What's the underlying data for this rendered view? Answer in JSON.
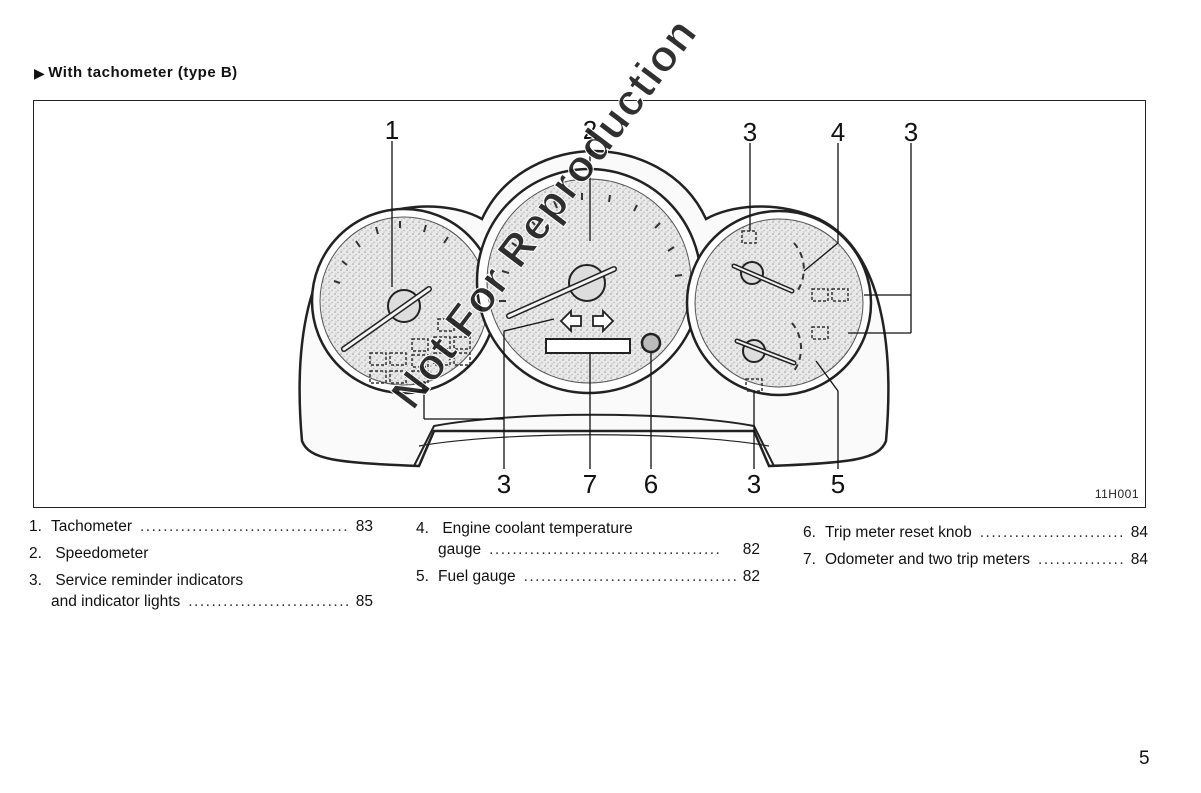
{
  "heading": {
    "marker": "▶",
    "text": "With tachometer (type B)"
  },
  "figure": {
    "code": "11H001",
    "callouts_top": [
      "1",
      "2",
      "3",
      "4",
      "3"
    ],
    "callouts_bottom": [
      "3",
      "7",
      "6",
      "3",
      "5"
    ]
  },
  "legend": {
    "col1": [
      {
        "num": "1.",
        "label": "Tachometer",
        "page": "83"
      },
      {
        "num": "2.",
        "label": "Speedometer",
        "page": ""
      },
      {
        "num": "3.",
        "label": "Service reminder indicators",
        "label2": "and indicator lights",
        "page": "85"
      }
    ],
    "col2": [
      {
        "num": "4.",
        "label": "Engine coolant temperature",
        "label2": "gauge",
        "page": "82"
      },
      {
        "num": "5.",
        "label": "Fuel gauge",
        "page": "82"
      }
    ],
    "col3": [
      {
        "num": "6.",
        "label": "Trip meter reset knob",
        "page": "84"
      },
      {
        "num": "7.",
        "label": "Odometer and two trip meters",
        "page": "84"
      }
    ]
  },
  "watermark": "Not For Reproduction",
  "page_number": "5"
}
